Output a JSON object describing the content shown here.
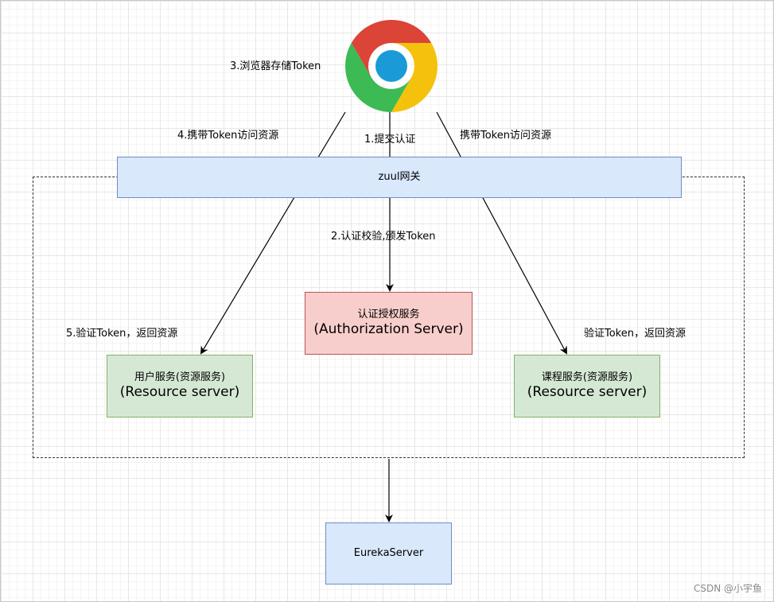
{
  "nodes": {
    "gateway": "zuul网关",
    "auth_server": {
      "line1": "认证授权服务",
      "line2": "(Authorization Server)"
    },
    "user_service": {
      "line1": "用户服务(资源服务)",
      "line2": "(Resource server)"
    },
    "course_service": {
      "line1": "课程服务(资源服务)",
      "line2": "(Resource server)"
    },
    "eureka": "EurekaServer"
  },
  "labels": {
    "browser_store": "3.浏览器存储Token",
    "carry_left": "4.携带Token访问资源",
    "submit": "1.提交认证",
    "carry_right": "携带Token访问资源",
    "verify_issue": "2.认证校验,颁发Token",
    "verify_left": "5.验证Token，返回资源",
    "verify_right": "验证Token，返回资源"
  },
  "browser_icon": "chrome-browser-icon",
  "watermark": "CSDN @小宇鱼",
  "colors": {
    "blue_fill": "#dae8fc",
    "blue_stroke": "#6c8ebf",
    "red_fill": "#f8cecc",
    "red_stroke": "#b85450",
    "green_fill": "#d5e8d4",
    "green_stroke": "#82b366",
    "chrome_red": "#db4437",
    "chrome_yellow": "#f4c20d",
    "chrome_green": "#3cba54",
    "chrome_blue": "#4285f4"
  }
}
